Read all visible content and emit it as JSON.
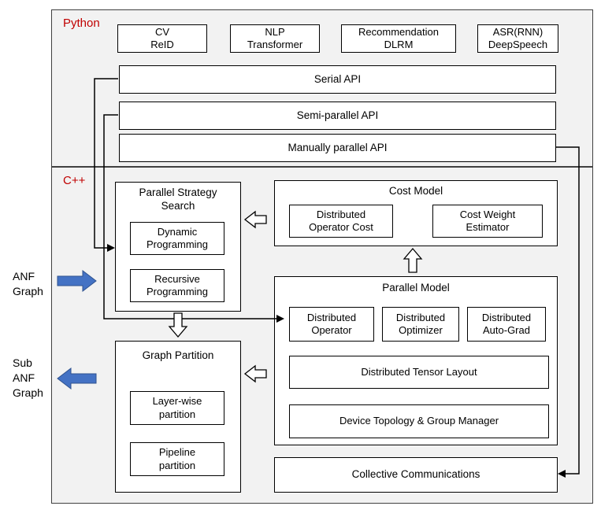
{
  "python": {
    "label": "Python",
    "apps": [
      "CV\nReID",
      "NLP\nTransformer",
      "Recommendation\nDLRM",
      "ASR(RNN)\nDeepSpeech"
    ],
    "apis": [
      "Serial API",
      "Semi-parallel API",
      "Manually parallel API"
    ]
  },
  "cpp": {
    "label": "C++",
    "parallel_strategy_search": {
      "title": "Parallel Strategy\nSearch",
      "items": [
        "Dynamic\nProgramming",
        "Recursive\nProgramming"
      ]
    },
    "cost_model": {
      "title": "Cost Model",
      "items": [
        "Distributed\nOperator Cost",
        "Cost Weight\nEstimator"
      ]
    },
    "parallel_model": {
      "title": "Parallel Model",
      "top_items": [
        "Distributed\nOperator",
        "Distributed\nOptimizer",
        "Distributed\nAuto-Grad"
      ],
      "wide_items": [
        "Distributed Tensor Layout",
        "Device Topology & Group Manager"
      ]
    },
    "graph_partition": {
      "title": "Graph Partition",
      "items": [
        "Layer-wise\npartition",
        "Pipeline\npartition"
      ]
    },
    "collective_communications": "Collective Communications"
  },
  "side": {
    "input_label": "ANF\nGraph",
    "output_label": "Sub\nANF\nGraph"
  },
  "icons": {
    "input_arrow": "blue-right-block-arrow",
    "output_arrow": "blue-left-block-arrow",
    "flow_arrows": "hollow-outline-block-arrows",
    "connector_arrowheads": "solid-black-triangles"
  },
  "colors": {
    "section_label": "#C00000",
    "blue_arrow": "#4472C4",
    "section_bg": "#F2F2F2",
    "box_border": "#000000"
  }
}
